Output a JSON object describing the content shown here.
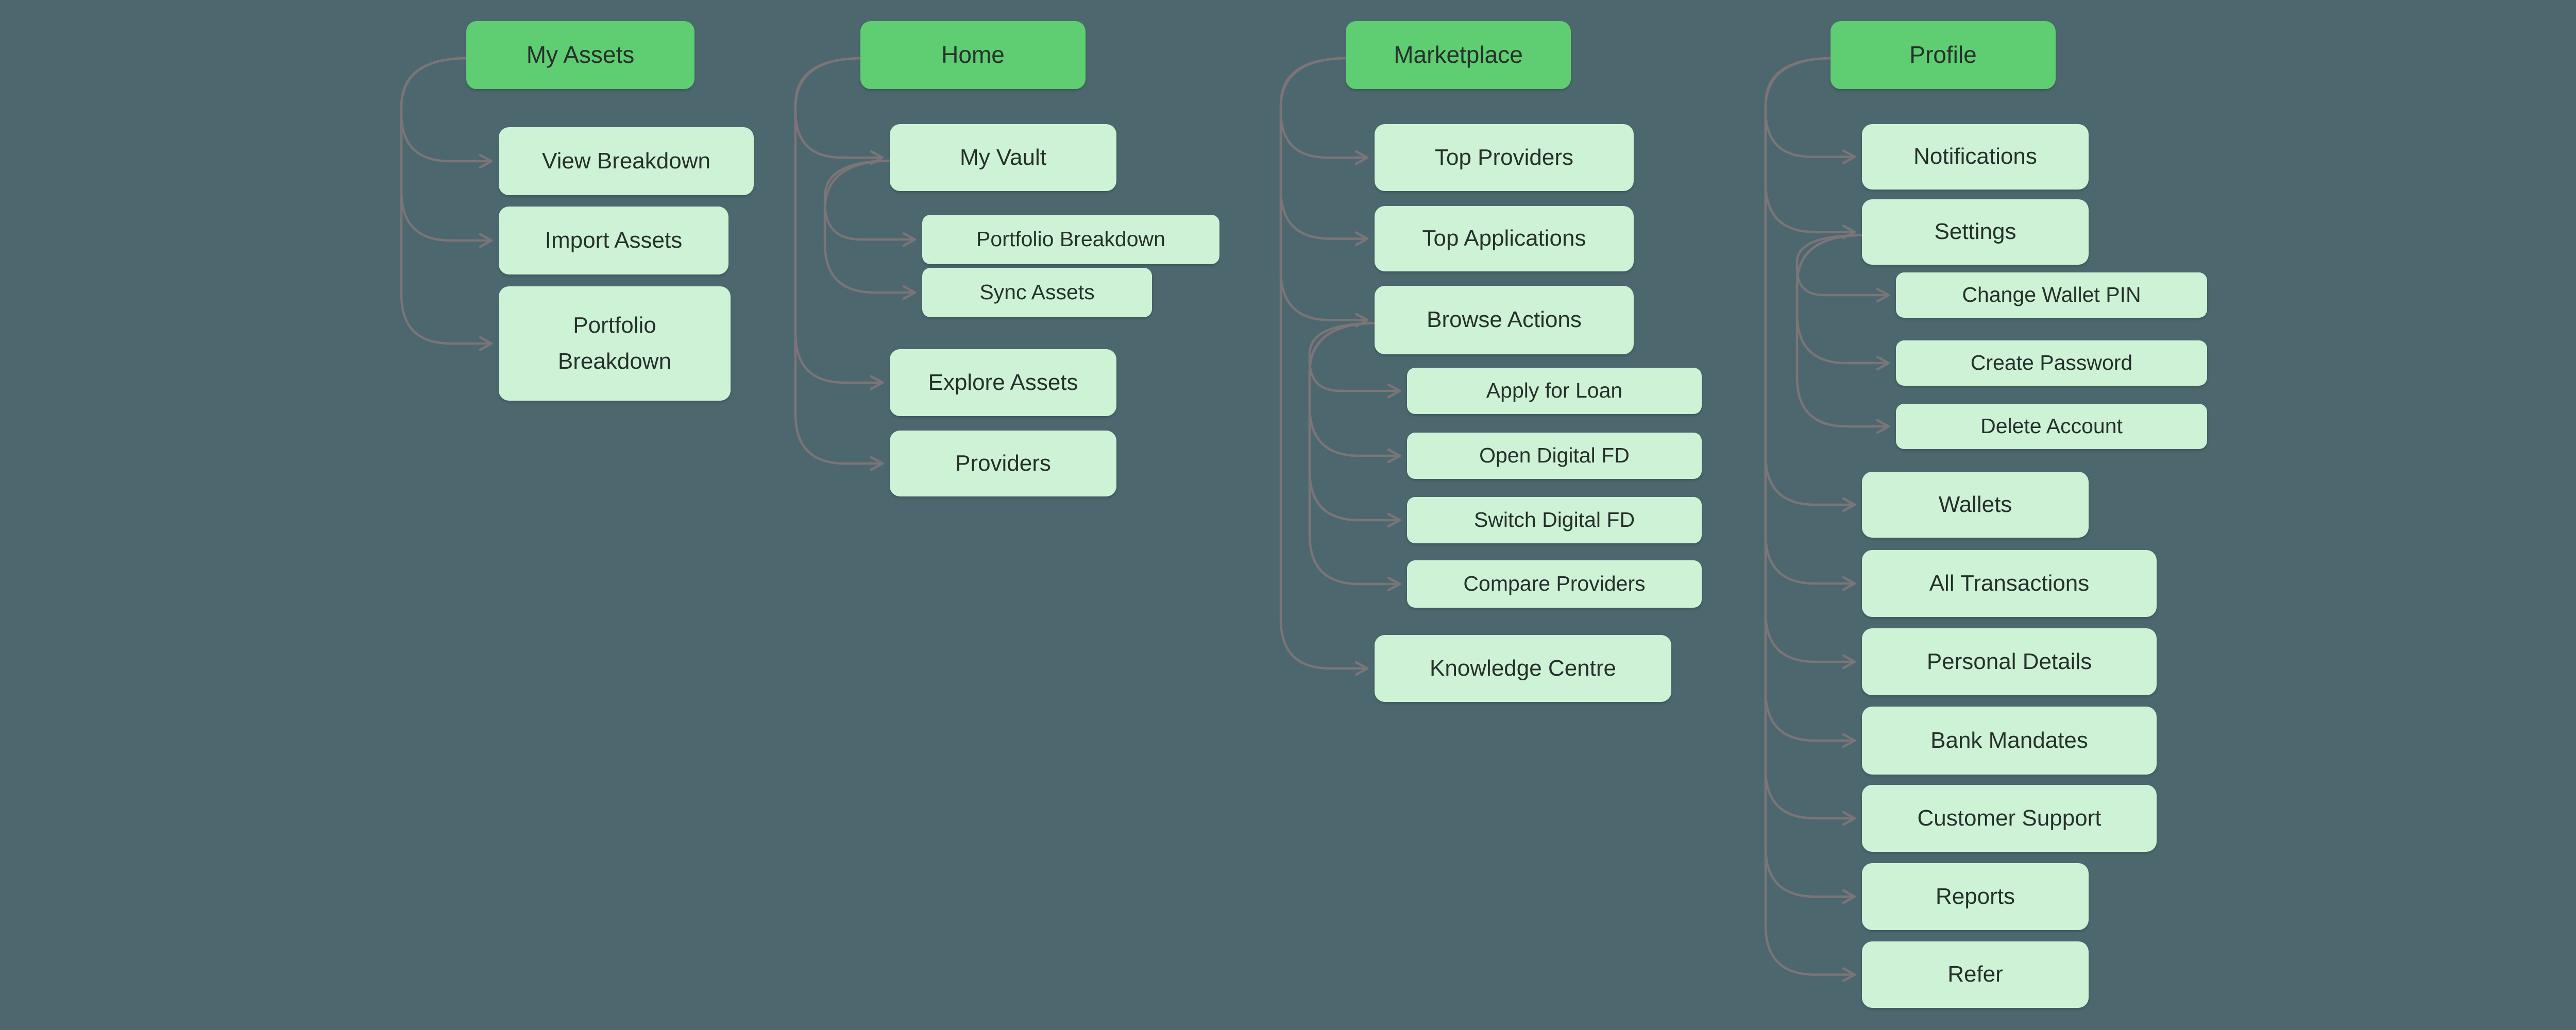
{
  "theme": {
    "bg": "#4d676e",
    "root-node": "#5fcd72",
    "child-node": "#cdf2d6",
    "text": "#26302c",
    "edge": "#7b7577"
  },
  "branches": [
    {
      "label": "My Assets",
      "children": [
        {
          "label": "View Breakdown"
        },
        {
          "label": "Import Assets"
        },
        {
          "label": "Portfolio Breakdown"
        }
      ]
    },
    {
      "label": "Home",
      "children": [
        {
          "label": "My Vault",
          "children": [
            {
              "label": "Portfolio Breakdown"
            },
            {
              "label": "Sync Assets"
            }
          ]
        },
        {
          "label": "Explore Assets"
        },
        {
          "label": "Providers"
        }
      ]
    },
    {
      "label": "Marketplace",
      "children": [
        {
          "label": "Top Providers"
        },
        {
          "label": "Top Applications"
        },
        {
          "label": "Browse Actions",
          "children": [
            {
              "label": "Apply for Loan"
            },
            {
              "label": "Open Digital FD"
            },
            {
              "label": "Switch Digital FD"
            },
            {
              "label": "Compare Providers"
            }
          ]
        },
        {
          "label": "Knowledge Centre"
        }
      ]
    },
    {
      "label": "Profile",
      "children": [
        {
          "label": "Notifications"
        },
        {
          "label": "Settings",
          "children": [
            {
              "label": "Change Wallet PIN"
            },
            {
              "label": "Create Password"
            },
            {
              "label": "Delete Account"
            }
          ]
        },
        {
          "label": "Wallets"
        },
        {
          "label": "All Transactions"
        },
        {
          "label": "Personal Details"
        },
        {
          "label": "Bank Mandates"
        },
        {
          "label": "Customer Support"
        },
        {
          "label": "Reports"
        },
        {
          "label": "Refer"
        }
      ]
    }
  ]
}
